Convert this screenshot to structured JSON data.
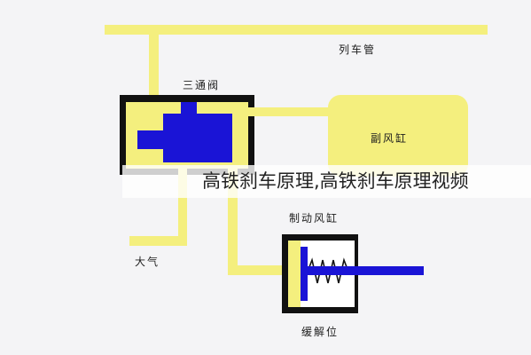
{
  "diagram": {
    "labels": {
      "train_pipe": "列车管",
      "triple_valve": "三通阀",
      "aux_reservoir": "副风缸",
      "brake_cylinder": "制动风缸",
      "atmosphere": "大气",
      "release_position": "缓解位"
    }
  },
  "caption": "高铁刹车原理,高铁刹车原理视频",
  "colors": {
    "pipe": "#f4ef7e",
    "outline": "#111111",
    "valve_piston": "#1a14d6",
    "background": "#f4f4f6"
  }
}
